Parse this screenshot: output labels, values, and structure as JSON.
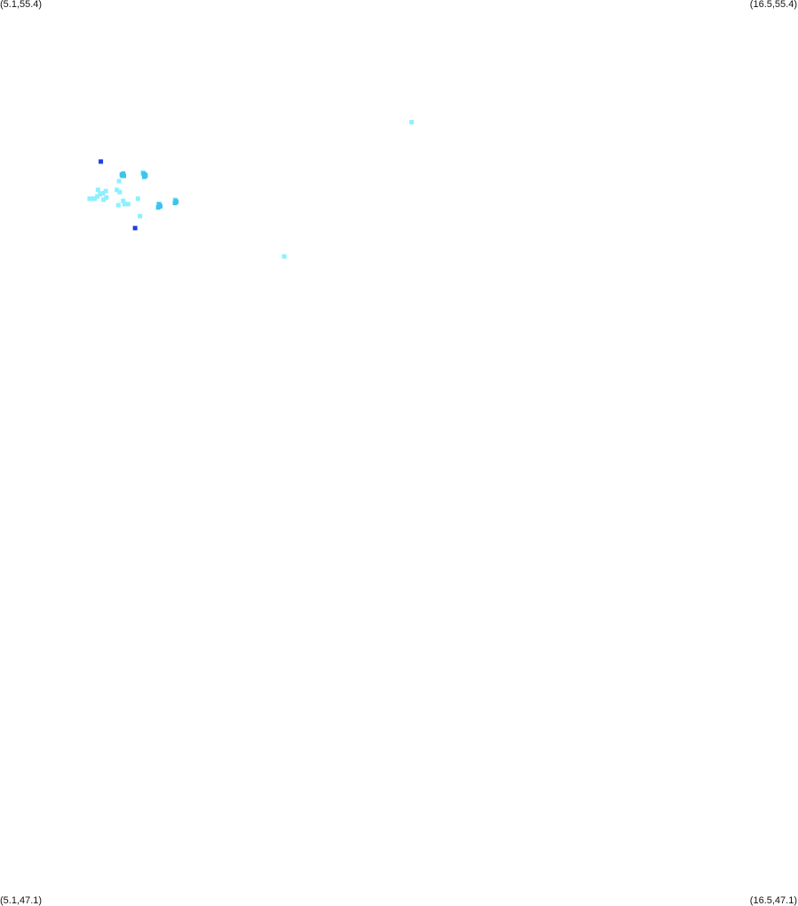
{
  "corners": {
    "top_left": "(5.1,55.4)",
    "top_right": "(16.5,55.4)",
    "bottom_left": "(5.1,47.1)",
    "bottom_right": "(16.5,47.1)"
  },
  "bounds": {
    "lon_min": 5.1,
    "lon_max": 16.5,
    "lat_min": 47.1,
    "lat_max": 55.4
  },
  "colors": {
    "light": "#8cf0ff",
    "medium": "#3cc4ee",
    "dark": "#1f3fe8"
  },
  "points": [
    {
      "lon": 10.98,
      "lat": 54.28,
      "level": "light"
    },
    {
      "lon": 6.54,
      "lat": 53.92,
      "level": "dark"
    },
    {
      "lon": 6.84,
      "lat": 53.8,
      "level": "medium"
    },
    {
      "lon": 6.85,
      "lat": 53.79,
      "level": "medium"
    },
    {
      "lon": 6.86,
      "lat": 53.81,
      "level": "medium"
    },
    {
      "lon": 6.87,
      "lat": 53.79,
      "level": "medium"
    },
    {
      "lon": 7.14,
      "lat": 53.82,
      "level": "light"
    },
    {
      "lon": 7.15,
      "lat": 53.81,
      "level": "medium"
    },
    {
      "lon": 7.16,
      "lat": 53.8,
      "level": "medium"
    },
    {
      "lon": 7.17,
      "lat": 53.8,
      "level": "medium"
    },
    {
      "lon": 7.16,
      "lat": 53.78,
      "level": "medium"
    },
    {
      "lon": 7.18,
      "lat": 53.79,
      "level": "medium"
    },
    {
      "lon": 6.5,
      "lat": 53.66,
      "level": "light"
    },
    {
      "lon": 6.61,
      "lat": 53.65,
      "level": "light"
    },
    {
      "lon": 6.57,
      "lat": 53.63,
      "level": "light"
    },
    {
      "lon": 6.53,
      "lat": 53.62,
      "level": "light"
    },
    {
      "lon": 6.49,
      "lat": 53.6,
      "level": "light"
    },
    {
      "lon": 6.45,
      "lat": 53.58,
      "level": "light"
    },
    {
      "lon": 6.42,
      "lat": 53.58,
      "level": "light"
    },
    {
      "lon": 6.38,
      "lat": 53.58,
      "level": "light"
    },
    {
      "lon": 6.62,
      "lat": 53.59,
      "level": "light"
    },
    {
      "lon": 6.58,
      "lat": 53.57,
      "level": "light"
    },
    {
      "lon": 6.77,
      "lat": 53.66,
      "level": "light"
    },
    {
      "lon": 6.81,
      "lat": 53.64,
      "level": "light"
    },
    {
      "lon": 6.8,
      "lat": 53.74,
      "level": "light"
    },
    {
      "lon": 6.86,
      "lat": 53.56,
      "level": "light"
    },
    {
      "lon": 6.88,
      "lat": 53.53,
      "level": "light"
    },
    {
      "lon": 6.93,
      "lat": 53.53,
      "level": "light"
    },
    {
      "lon": 6.79,
      "lat": 53.52,
      "level": "light"
    },
    {
      "lon": 7.07,
      "lat": 53.58,
      "level": "light"
    },
    {
      "lon": 7.1,
      "lat": 53.42,
      "level": "light"
    },
    {
      "lon": 7.37,
      "lat": 53.53,
      "level": "medium"
    },
    {
      "lon": 7.38,
      "lat": 53.52,
      "level": "medium"
    },
    {
      "lon": 7.39,
      "lat": 53.51,
      "level": "medium"
    },
    {
      "lon": 7.36,
      "lat": 53.5,
      "level": "medium"
    },
    {
      "lon": 7.6,
      "lat": 53.57,
      "level": "light"
    },
    {
      "lon": 7.61,
      "lat": 53.56,
      "level": "medium"
    },
    {
      "lon": 7.62,
      "lat": 53.55,
      "level": "medium"
    },
    {
      "lon": 7.6,
      "lat": 53.54,
      "level": "medium"
    },
    {
      "lon": 7.03,
      "lat": 53.31,
      "level": "dark"
    },
    {
      "lon": 9.16,
      "lat": 53.05,
      "level": "light"
    }
  ]
}
